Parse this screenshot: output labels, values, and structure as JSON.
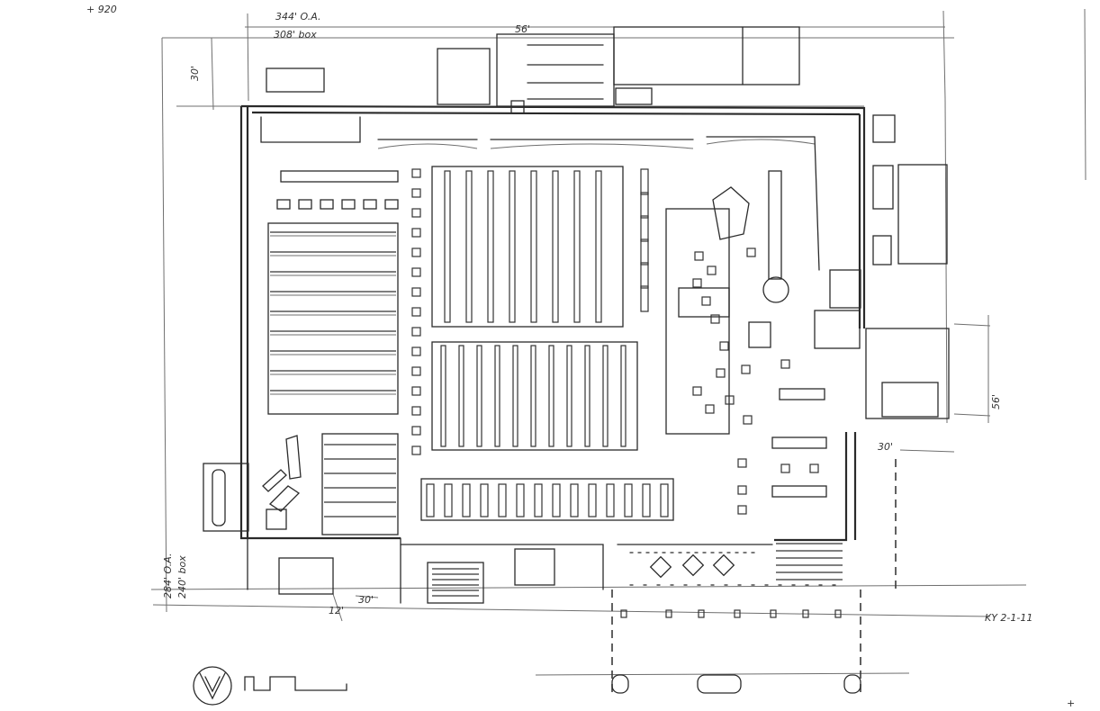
{
  "labels": {
    "top_overall": "344' O.A.",
    "top_box": "308' box",
    "top_corner": "+ 920",
    "left_dim": "30'",
    "left_overall": "284' O.A.",
    "left_box": "240' box",
    "top_dock": "56'",
    "right_dim": "56'",
    "right_small": "30'",
    "bottom_dim": "30'",
    "bottom_small": "12'",
    "signature": "KY 2-1-11",
    "bottom_corner": "+"
  }
}
